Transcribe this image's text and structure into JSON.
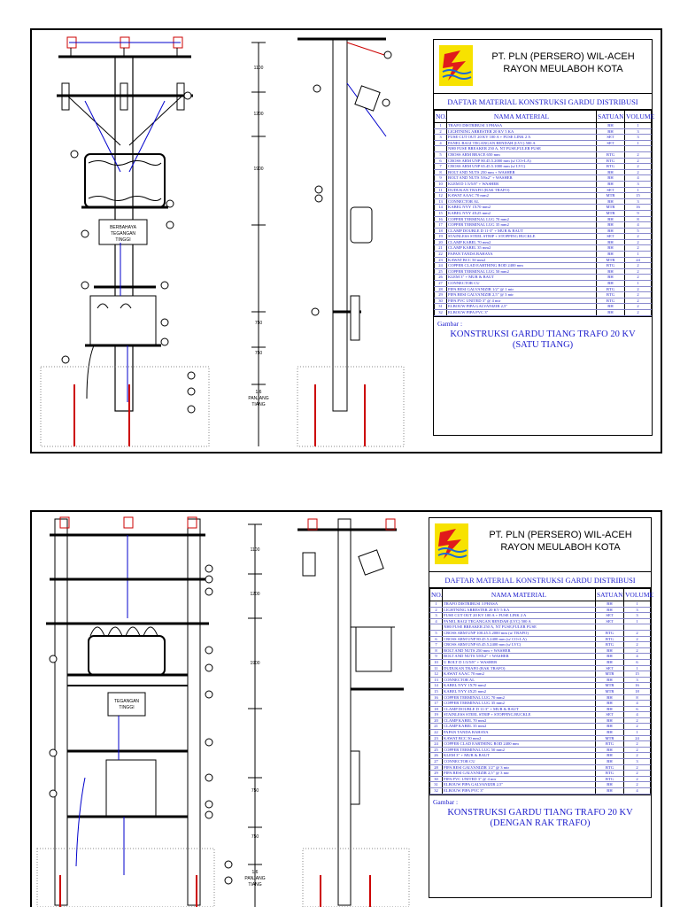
{
  "sheets": [
    {
      "company_line1": "PT. PLN (PERSERO) WIL-ACEH",
      "company_line2": "RAYON MEULABOH KOTA",
      "table_title": "DAFTAR MATERIAL KONSTRUKSI GARDU DISTRIBUSI",
      "headers": {
        "no": "NO.",
        "name": "NAMA MATERIAL",
        "unit": "SATUAN",
        "volume": "VOLUME"
      },
      "gambar_label": "Gambar :",
      "drawing_title_line1": "KONSTRUKSI GARDU TIANG TRAFO 20 KV",
      "drawing_title_line2": "(SATU TIANG)",
      "drawing_labels": {
        "dim1": "1100",
        "dim2": "1200",
        "dim3": "1900",
        "dim4": "750",
        "dim5": "750",
        "dim6": "1/6",
        "dim7": "PANJANG",
        "dim8": "TIANG",
        "danger1": "BERBAHAYA",
        "danger2": "TEGANGAN",
        "danger3": "TINGGI"
      },
      "rows": [
        {
          "no": "1",
          "name": "TRAFO DISTRIBUSI 3 PHASA",
          "unit": "BH",
          "vol": "1"
        },
        {
          "no": "2",
          "name": "LIGHTNING ARRESTER 20 KV 5 KA",
          "unit": "BH",
          "vol": "3"
        },
        {
          "no": "3",
          "name": "FUSE CUT OUT 20 KV 100 A + FUSE LINK 2 A",
          "unit": "SET",
          "vol": "3"
        },
        {
          "no": "4",
          "name": "PANEL BAGI TEGANGAN RENDAH (LVC) 500 A",
          "unit": "SET",
          "vol": "1"
        },
        {
          "no": "",
          "name": "NH0 FUSE BREAKER 250 A, NT FUSE,FULER FUSE",
          "unit": "",
          "vol": ""
        },
        {
          "no": "5",
          "name": "CROSS ARM BRACE 650 mm",
          "unit": "BTG",
          "vol": "2"
        },
        {
          "no": "6",
          "name": "CROSS ARM UNP 80.45.5.2000 mm (u/ CO+LA)",
          "unit": "BTG",
          "vol": "2"
        },
        {
          "no": "7",
          "name": "CROSS ARM UNP 65.45.5.1000 mm (u/ LVC)",
          "unit": "BTG",
          "vol": "2"
        },
        {
          "no": "8",
          "name": "BOLT AND NUTS 250 mm + WASHER",
          "unit": "BH",
          "vol": "2"
        },
        {
          "no": "9",
          "name": "BOLT AND NUTS 5/8x2\" + WASHER",
          "unit": "BH",
          "vol": "4"
        },
        {
          "no": "10",
          "name": "KLEM D 1/3/5/8\" + WASHER",
          "unit": "BH",
          "vol": "3"
        },
        {
          "no": "11",
          "name": "DUDUKAN TRAFO (RAK TRAFO)",
          "unit": "SET",
          "vol": "1"
        },
        {
          "no": "12",
          "name": "KAWAT AAAC 70 mm2",
          "unit": "MTR",
          "vol": "15"
        },
        {
          "no": "13",
          "name": "CONNECTOR AL",
          "unit": "BH",
          "vol": "3"
        },
        {
          "no": "14",
          "name": "KABEL NYY 1X70 mm2",
          "unit": "MTR",
          "vol": "16"
        },
        {
          "no": "15",
          "name": "KABEL NYY 4X25 mm2",
          "unit": "MTR",
          "vol": "9"
        },
        {
          "no": "16",
          "name": "COPPER TERMINAL LUG 70 mm2",
          "unit": "BH",
          "vol": "8"
        },
        {
          "no": "17",
          "name": "COPPER TERMINAL LUG 35 mm2",
          "unit": "BH",
          "vol": "4"
        },
        {
          "no": "18",
          "name": "CLAMP DOUBLE D 11-3\" + MUR & BAUT",
          "unit": "BH",
          "vol": "5"
        },
        {
          "no": "19",
          "name": "STAINLESS STEEL STRIP + STOPPING BUCKLE",
          "unit": "SET",
          "vol": "2"
        },
        {
          "no": "20",
          "name": "CLAMP KABEL 70 mm2",
          "unit": "BH",
          "vol": "2"
        },
        {
          "no": "21",
          "name": "CLAMP KABEL 35 mm2",
          "unit": "BH",
          "vol": "2"
        },
        {
          "no": "22",
          "name": "PAPAN TANDA BAHAYA",
          "unit": "BH",
          "vol": "1"
        },
        {
          "no": "23",
          "name": "KAWAT BCC 50 mm2",
          "unit": "MTR",
          "vol": "24"
        },
        {
          "no": "24",
          "name": "COPPER CLAD EARTHING ROD 2400 mm",
          "unit": "BTG",
          "vol": "2"
        },
        {
          "no": "25",
          "name": "COPPER TERMINAL LUG 50 mm2",
          "unit": "BH",
          "vol": "2"
        },
        {
          "no": "26",
          "name": "KLEM 3\" + MUR & BAUT",
          "unit": "BH",
          "vol": "2"
        },
        {
          "no": "27",
          "name": "CONNECTOR CU",
          "unit": "BH",
          "vol": "1"
        },
        {
          "no": "28",
          "name": "PIPA BESI GALVANIZIR 1/2\" @ 1 mtr",
          "unit": "BTG",
          "vol": "2"
        },
        {
          "no": "29",
          "name": "PIPA BESI GALVANIZIR 2,5\" @ 3 mtr",
          "unit": "BTG",
          "vol": "2"
        },
        {
          "no": "30",
          "name": "PIPA PVC UNITED 3\" @ 4 mtr",
          "unit": "BTG",
          "vol": "2"
        },
        {
          "no": "31",
          "name": "ELBOUW PIPA GALVANIZIR 2,5\"",
          "unit": "BH",
          "vol": "2"
        },
        {
          "no": "32",
          "name": "ELBOUW PIPA PVC 3\"",
          "unit": "BH",
          "vol": "2"
        }
      ]
    },
    {
      "company_line1": "PT. PLN (PERSERO) WIL-ACEH",
      "company_line2": "RAYON MEULABOH KOTA",
      "table_title": "DAFTAR MATERIAL KONSTRUKSI GARDU DISTRIBUSI",
      "headers": {
        "no": "NO.",
        "name": "NAMA MATERIAL",
        "unit": "SATUAN",
        "volume": "VOLUME"
      },
      "gambar_label": "Gambar :",
      "drawing_title_line1": "KONSTRUKSI GARDU TIANG TRAFO 20 KV",
      "drawing_title_line2": "(DENGAN RAK TRAFO)",
      "drawing_labels": {
        "dim1": "1100",
        "dim2": "1200",
        "dim3": "1900",
        "dim4": "750",
        "dim5": "750",
        "dim6": "1/6",
        "dim7": "PANJANG",
        "dim8": "TIANG",
        "danger1": "TEGANGAN",
        "danger2": "TINGGI",
        "danger3": ""
      },
      "rows": [
        {
          "no": "1",
          "name": "TRAFO DISTRIBUSI 3 PHASA",
          "unit": "BH",
          "vol": "1"
        },
        {
          "no": "2",
          "name": "LIGHTNING ARRESTER 20 KV 5 KA",
          "unit": "BH",
          "vol": "3"
        },
        {
          "no": "3",
          "name": "FUSE CUT OUT 20 KV 100 A + FUSE LINK 2 A",
          "unit": "SET",
          "vol": "3"
        },
        {
          "no": "4",
          "name": "PANEL BAGI TEGANGAN RENDAH (LVC) 500 A",
          "unit": "SET",
          "vol": "1"
        },
        {
          "no": "",
          "name": "NH0 FUSE BREAKER 250 A, NT FUSE,FULER FUSE",
          "unit": "",
          "vol": ""
        },
        {
          "no": "5",
          "name": "CROSS ARM UNP 100.45.5.2000 mm (u/ TRAFO)",
          "unit": "BTG",
          "vol": "2"
        },
        {
          "no": "6",
          "name": "CROSS ARM UNP 80.45.5.2400 mm (u/ CO+LA)",
          "unit": "BTG",
          "vol": "2"
        },
        {
          "no": "7",
          "name": "CROSS ARM UNP 65.45.5.2400 mm (u/ LVC)",
          "unit": "BTG",
          "vol": "2"
        },
        {
          "no": "8",
          "name": "BOLT AND NUTS 250 mm + WASHER",
          "unit": "BH",
          "vol": "2"
        },
        {
          "no": "9",
          "name": "BOLT AND NUTS 5/8X2\" + WASHER",
          "unit": "BH",
          "vol": "4"
        },
        {
          "no": "10",
          "name": "U BOLT D 1/3/5/8\" + WASHER",
          "unit": "BH",
          "vol": "6"
        },
        {
          "no": "11",
          "name": "DUDUKAN TRAFO (RAK TRAFO)",
          "unit": "SET",
          "vol": "1"
        },
        {
          "no": "12",
          "name": "KAWAT AAAC 70 mm2",
          "unit": "MTR",
          "vol": "15"
        },
        {
          "no": "13",
          "name": "CONNECTOR AL",
          "unit": "BH",
          "vol": "3"
        },
        {
          "no": "14",
          "name": "KABEL NYY 1X70 mm2",
          "unit": "MTR",
          "vol": "16"
        },
        {
          "no": "15",
          "name": "KABEL NYY 4X25 mm2",
          "unit": "MTR",
          "vol": "18"
        },
        {
          "no": "16",
          "name": "COPPER TERMINAL LUG 70 mm2",
          "unit": "BH",
          "vol": "8"
        },
        {
          "no": "17",
          "name": "COPPER TERMINAL LUG 35 mm2",
          "unit": "BH",
          "vol": "4"
        },
        {
          "no": "18",
          "name": "CLAMP DOUBLE D 11-3\" + MUR & BAUT",
          "unit": "BH",
          "vol": "6"
        },
        {
          "no": "19",
          "name": "STAINLESS STEEL STRIP + STOPPING BUCKLE",
          "unit": "SET",
          "vol": "4"
        },
        {
          "no": "20",
          "name": "CLAMP KABEL 70 mm2",
          "unit": "BH",
          "vol": "2"
        },
        {
          "no": "21",
          "name": "CLAMP KABEL 35 mm2",
          "unit": "BH",
          "vol": "2"
        },
        {
          "no": "22",
          "name": "PAPAN TANDA BAHAYA",
          "unit": "BH",
          "vol": "1"
        },
        {
          "no": "23",
          "name": "KAWAT BCC 50 mm2",
          "unit": "MTR",
          "vol": "24"
        },
        {
          "no": "24",
          "name": "COPPER CLAD EARTHING ROD 2400 mm",
          "unit": "BTG",
          "vol": "2"
        },
        {
          "no": "25",
          "name": "COPPER TERMINAL LUG 50 mm2",
          "unit": "BH",
          "vol": "2"
        },
        {
          "no": "26",
          "name": "KLEM 3\" + MUR & BAUT",
          "unit": "BH",
          "vol": "2"
        },
        {
          "no": "27",
          "name": "CONNECTOR CU",
          "unit": "BH",
          "vol": "3"
        },
        {
          "no": "28",
          "name": "PIPA BESI GALVANIZIR 1/2\" @ 3 mtr",
          "unit": "BTG",
          "vol": "2"
        },
        {
          "no": "29",
          "name": "PIPA BESI GALVANIZIR 2,5\" @ 3 mtr",
          "unit": "BTG",
          "vol": "2"
        },
        {
          "no": "30",
          "name": "PIPA PVC UNITED 3\" @ 4 mtr",
          "unit": "BTG",
          "vol": "2"
        },
        {
          "no": "31",
          "name": "ELBOUW PIPA GALVANIZIR 2,5\"",
          "unit": "BH",
          "vol": "2"
        },
        {
          "no": "32",
          "name": "ELBOUW PIPA PVC 3\"",
          "unit": "BH",
          "vol": "4"
        }
      ]
    }
  ]
}
